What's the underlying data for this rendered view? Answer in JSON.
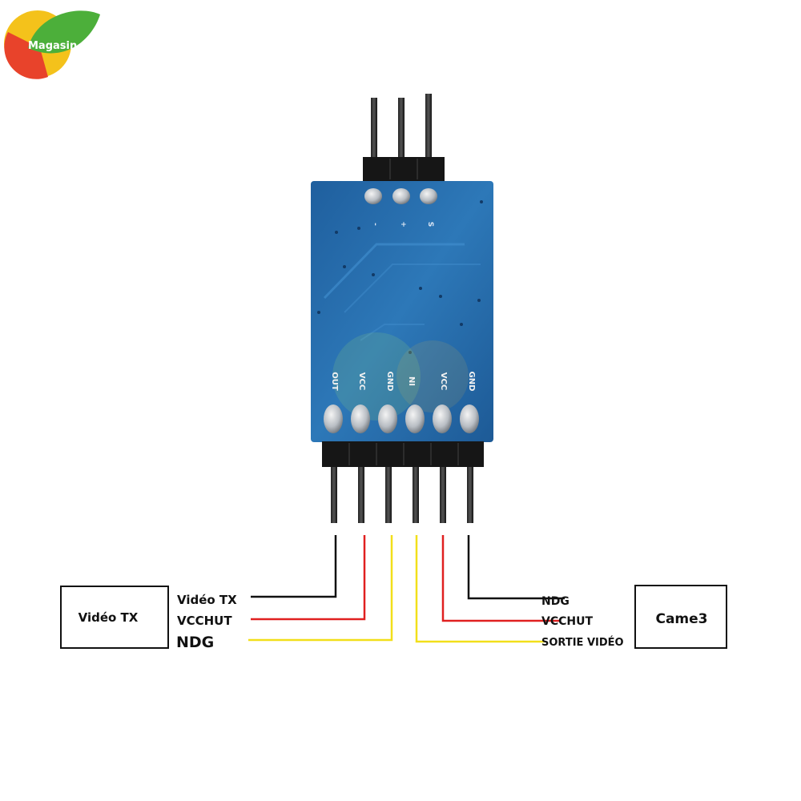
{
  "logo": {
    "text": "Magasin"
  },
  "board": {
    "top_pads": [
      "-",
      "+",
      "S"
    ],
    "bottom_pins": [
      "OUT",
      "VCC",
      "GND",
      "IN",
      "VCC",
      "GND"
    ]
  },
  "left_device": {
    "title": "Vidéo TX",
    "labels": [
      "Vidéo TX",
      "VCCHUT",
      "NDG"
    ]
  },
  "right_device": {
    "title": "Came3",
    "labels": [
      "NDG",
      "VCCHUT",
      "SORTIE VIDÉO"
    ]
  },
  "colors": {
    "board_blue": "#2a6fae",
    "wire_black": "#111111",
    "wire_red": "#e02020",
    "wire_yellow": "#f2df1a"
  }
}
